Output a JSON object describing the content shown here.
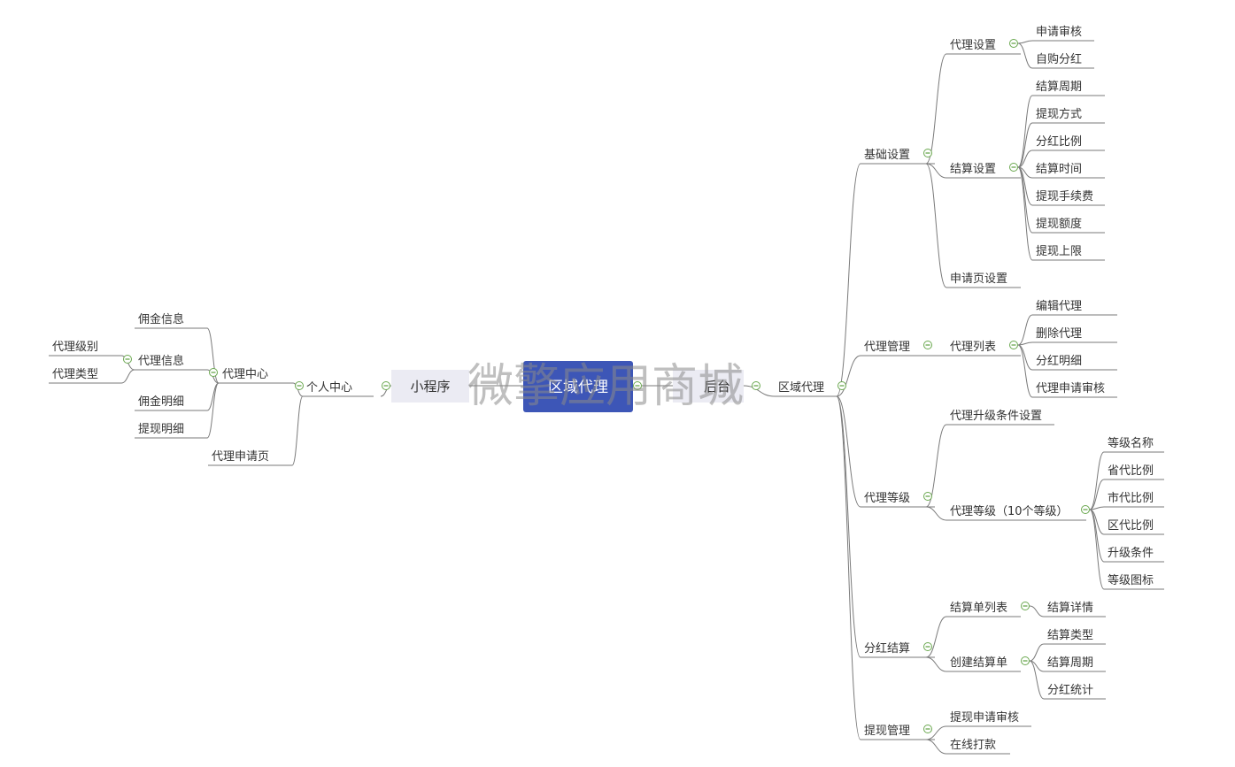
{
  "mindmap": {
    "root": "区域代理",
    "watermark": "微擎应用商城",
    "left": {
      "branch": "小程序",
      "child": "个人中心",
      "items": [
        {
          "label": "代理中心",
          "items": [
            {
              "label": "佣金信息"
            },
            {
              "label": "代理信息",
              "items": [
                {
                  "label": "代理级别"
                },
                {
                  "label": "代理类型"
                }
              ]
            },
            {
              "label": "佣金明细"
            },
            {
              "label": "提现明细"
            }
          ]
        },
        {
          "label": "代理申请页"
        }
      ]
    },
    "right": {
      "branch": "后台",
      "child": "区域代理",
      "items": [
        {
          "label": "基础设置",
          "items": [
            {
              "label": "代理设置",
              "items": [
                {
                  "label": "申请审核"
                },
                {
                  "label": "自购分红"
                }
              ]
            },
            {
              "label": "结算设置",
              "items": [
                {
                  "label": "结算周期"
                },
                {
                  "label": "提现方式"
                },
                {
                  "label": "分红比例"
                },
                {
                  "label": "结算时间"
                },
                {
                  "label": "提现手续费"
                },
                {
                  "label": "提现额度"
                },
                {
                  "label": "提现上限"
                }
              ]
            },
            {
              "label": "申请页设置"
            }
          ]
        },
        {
          "label": "代理管理",
          "items": [
            {
              "label": "代理列表",
              "items": [
                {
                  "label": "编辑代理"
                },
                {
                  "label": "删除代理"
                },
                {
                  "label": "分红明细"
                },
                {
                  "label": "代理申请审核"
                }
              ]
            }
          ]
        },
        {
          "label": "代理等级",
          "items": [
            {
              "label": "代理升级条件设置"
            },
            {
              "label": "代理等级（10个等级）",
              "items": [
                {
                  "label": "等级名称"
                },
                {
                  "label": "省代比例"
                },
                {
                  "label": "市代比例"
                },
                {
                  "label": "区代比例"
                },
                {
                  "label": "升级条件"
                },
                {
                  "label": "等级图标"
                }
              ]
            }
          ]
        },
        {
          "label": "分红结算",
          "items": [
            {
              "label": "结算单列表",
              "items": [
                {
                  "label": "结算详情"
                }
              ]
            },
            {
              "label": "创建结算单",
              "items": [
                {
                  "label": "结算类型"
                },
                {
                  "label": "结算周期"
                },
                {
                  "label": "分红统计"
                }
              ]
            }
          ]
        },
        {
          "label": "提现管理",
          "items": [
            {
              "label": "提现申请审核"
            },
            {
              "label": "在线打款"
            }
          ]
        }
      ]
    }
  }
}
